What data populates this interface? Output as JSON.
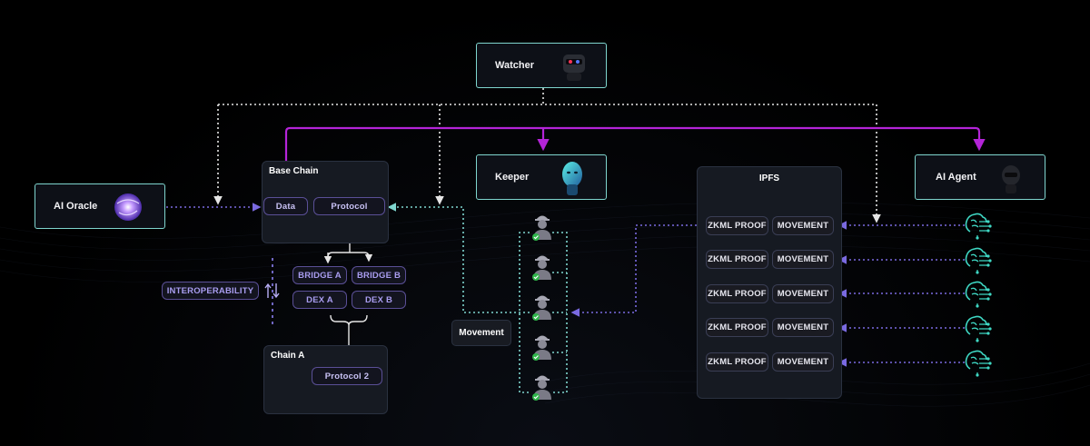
{
  "nodes": {
    "watcher": "Watcher",
    "keeper": "Keeper",
    "ai_agent": "AI Agent",
    "ai_oracle": "AI Oracle"
  },
  "base_chain": {
    "title": "Base Chain",
    "data": "Data",
    "protocol": "Protocol"
  },
  "bridges": {
    "bridge_a": "BRIDGE A",
    "bridge_b": "BRIDGE B",
    "dex_a": "DEX A",
    "dex_b": "DEX B"
  },
  "interoperability": "INTEROPERABILITY",
  "chain_a": {
    "title": "Chain A",
    "protocol2": "Protocol 2"
  },
  "movement_label": "Movement",
  "ipfs": {
    "title": "IPFS",
    "rows": [
      {
        "proof": "ZKML PROOF",
        "move": "MOVEMENT"
      },
      {
        "proof": "ZKML PROOF",
        "move": "MOVEMENT"
      },
      {
        "proof": "ZKML PROOF",
        "move": "MOVEMENT"
      },
      {
        "proof": "ZKML PROOF",
        "move": "MOVEMENT"
      },
      {
        "proof": "ZKML PROOF",
        "move": "MOVEMENT"
      }
    ]
  },
  "colors": {
    "teal": "#7fd6cf",
    "magenta": "#b424d8",
    "purple": "#7a6ae0",
    "white_wire": "#e6e6e6"
  },
  "icons": {
    "watcher": "robot-head-icon",
    "keeper": "android-face-icon",
    "ai_agent": "robot-head-icon",
    "ai_oracle": "glowing-orb-icon",
    "worker": "worker-icon",
    "brain": "circuit-brain-icon",
    "interop": "swap-arrows-icon"
  }
}
